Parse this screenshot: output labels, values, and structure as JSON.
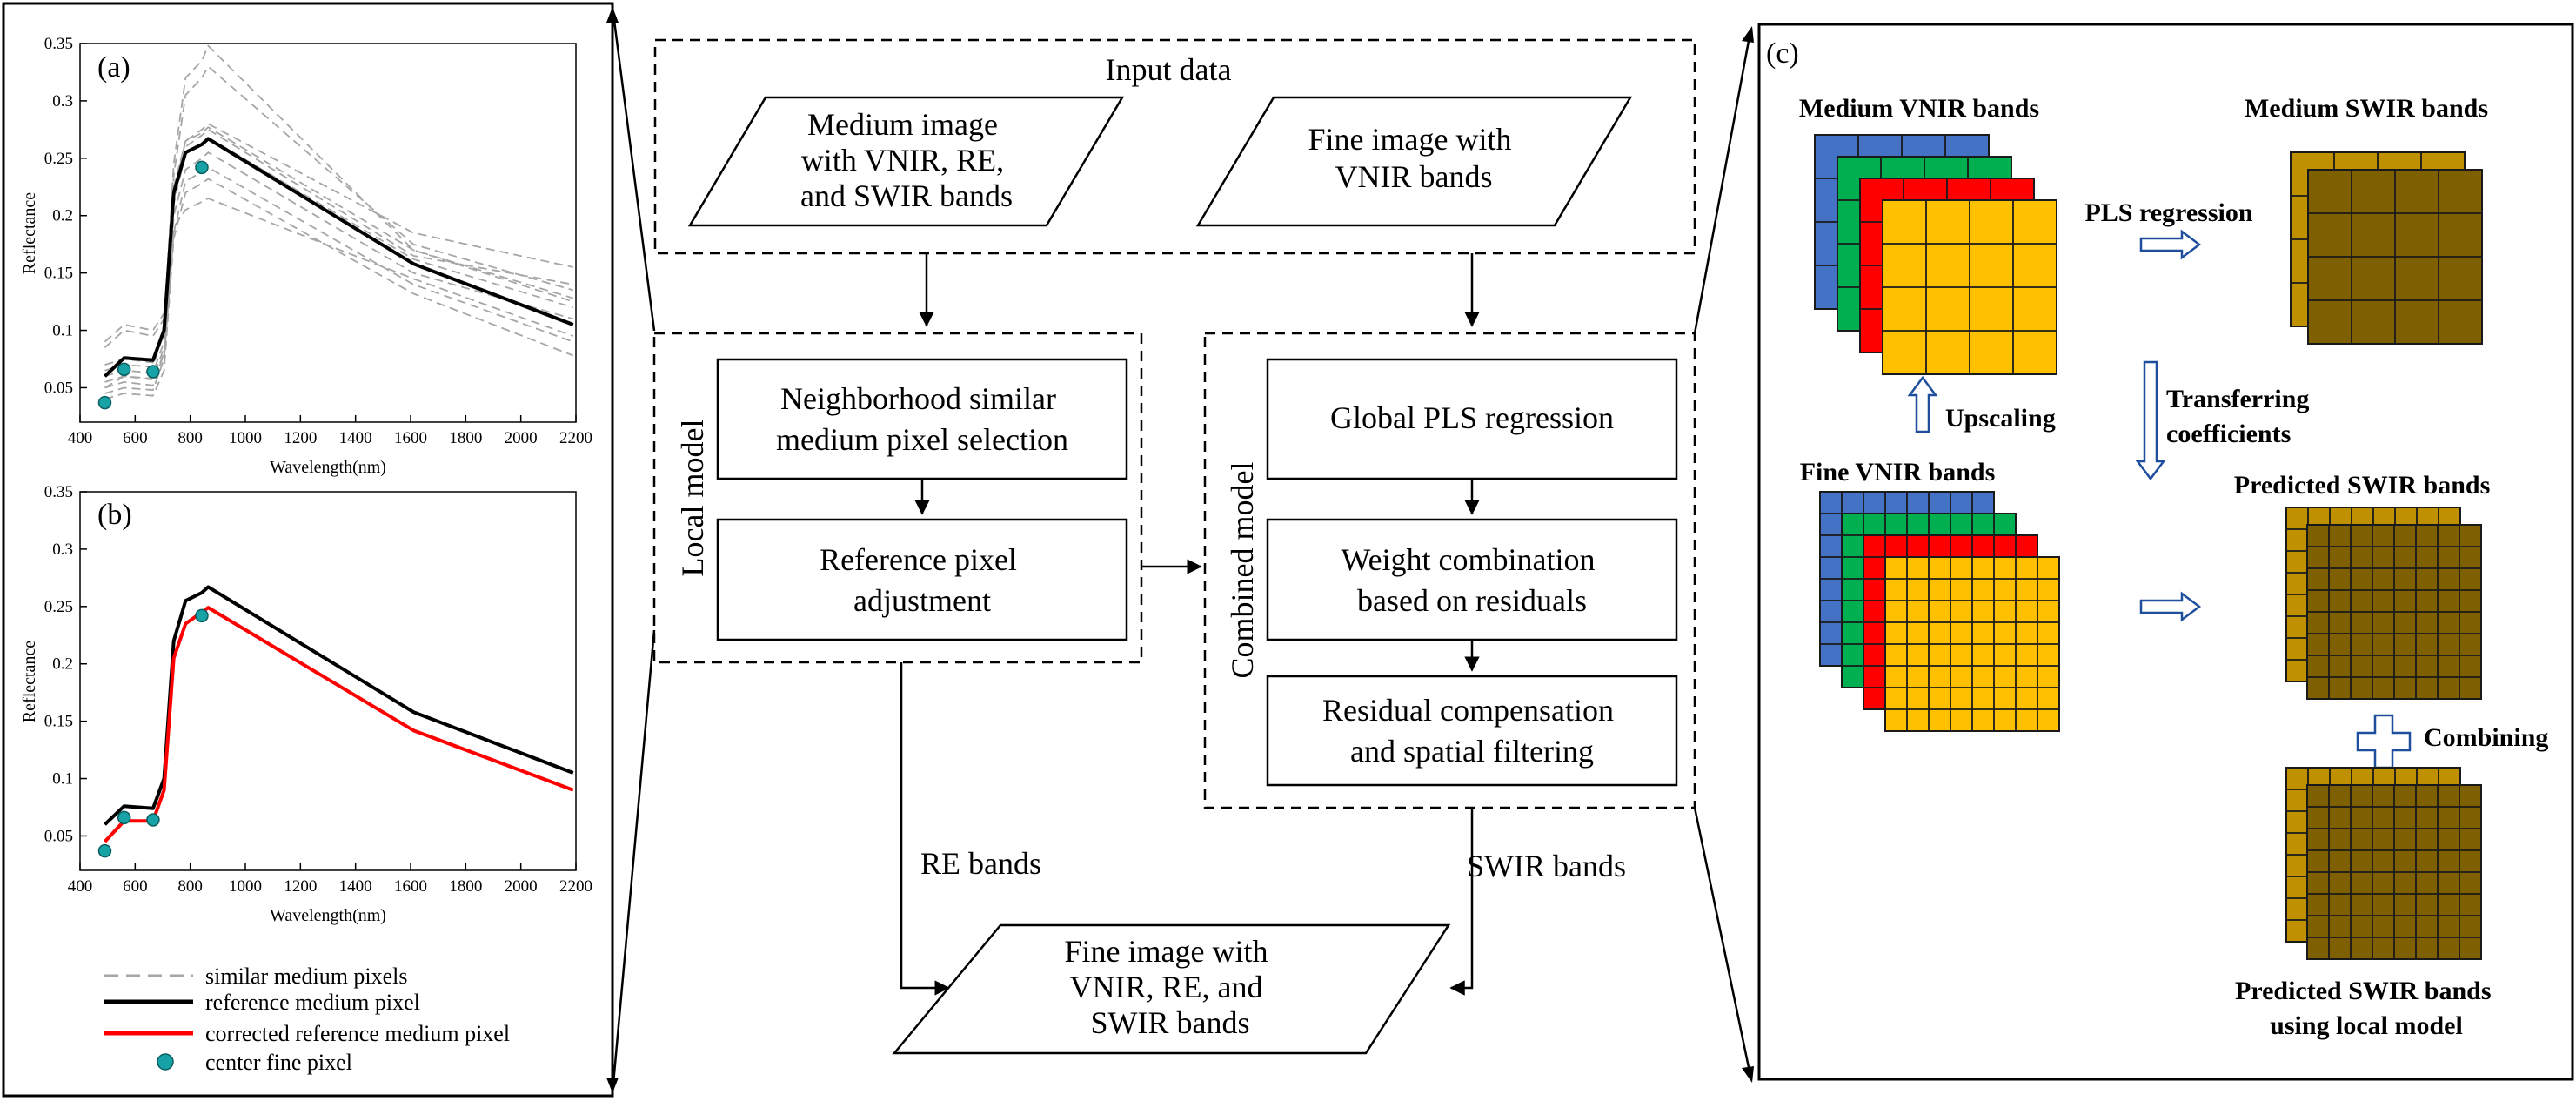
{
  "panel_a": {
    "label": "(a)",
    "ylabel": "Reflectance",
    "xlabel": "Wavelength(nm)"
  },
  "panel_b": {
    "label": "(b)",
    "ylabel": "Reflectance",
    "xlabel": "Wavelength(nm)"
  },
  "legend": {
    "similar": "similar medium pixels",
    "reference": "reference medium pixel",
    "corrected": "corrected reference medium pixel",
    "center": "center fine pixel"
  },
  "flow": {
    "input_title": "Input data",
    "medium_image": [
      "Medium image",
      "with VNIR, RE,",
      "and SWIR bands"
    ],
    "fine_image": [
      "Fine image with",
      "VNIR bands"
    ],
    "local_model": "Local model",
    "neighborhood": [
      "Neighborhood similar",
      "medium pixel selection"
    ],
    "reference_adjust": [
      "Reference pixel",
      "adjustment"
    ],
    "combined_model": "Combined model",
    "global_pls": "Global PLS regression",
    "weight_combination": [
      "Weight combination",
      "based on residuals"
    ],
    "residual_comp": [
      "Residual compensation",
      "and spatial filtering"
    ],
    "re_bands": "RE bands",
    "swir_bands": "SWIR bands",
    "output_image": [
      "Fine image with",
      "VNIR, RE, and",
      "SWIR bands"
    ]
  },
  "panel_c": {
    "label": "(c)",
    "medium_vnir": "Medium VNIR bands",
    "medium_swir": "Medium SWIR bands",
    "pls_regression": "PLS regression",
    "upscaling": "Upscaling",
    "transferring": [
      "Transferring",
      "coefficients"
    ],
    "fine_vnir": "Fine VNIR bands",
    "predicted_swir": "Predicted SWIR bands",
    "combining": "Combining",
    "predicted_local": [
      "Predicted SWIR bands",
      "using local model"
    ]
  },
  "colors": {
    "blue": "#4472c4",
    "green": "#00b050",
    "red": "#ff0000",
    "yellow": "#ffc000",
    "swir_brown": "#7f6000",
    "swir_gold": "#bf9000",
    "reference": "#000000",
    "corrected": "#ff0000",
    "similar": "#a6a6a6",
    "center": "#17a2a6",
    "arrow_blue": "#1f4e9c"
  },
  "chart_data": [
    {
      "type": "line",
      "title": "(a)",
      "xlabel": "Wavelength(nm)",
      "ylabel": "Reflectance",
      "xlim": [
        400,
        2200
      ],
      "ylim": [
        0.02,
        0.35
      ],
      "xticks": [
        400,
        600,
        800,
        1000,
        1200,
        1400,
        1600,
        1800,
        2000,
        2200
      ],
      "yticks": [
        0.05,
        0.1,
        0.15,
        0.2,
        0.25,
        0.3,
        0.35
      ],
      "x": [
        490,
        560,
        665,
        705,
        740,
        783,
        842,
        865,
        1610,
        2190
      ],
      "series": [
        {
          "name": "similar medium pixels",
          "style": "dashed",
          "values": [
            0.07,
            0.075,
            0.072,
            0.105,
            0.245,
            0.32,
            0.335,
            0.348,
            0.17,
            0.125
          ]
        },
        {
          "name": "similar medium pixels",
          "style": "dashed",
          "values": [
            0.065,
            0.07,
            0.068,
            0.1,
            0.235,
            0.305,
            0.32,
            0.33,
            0.175,
            0.135
          ]
        },
        {
          "name": "similar medium pixels",
          "style": "dashed",
          "values": [
            0.09,
            0.105,
            0.1,
            0.115,
            0.22,
            0.265,
            0.275,
            0.28,
            0.185,
            0.155
          ]
        },
        {
          "name": "similar medium pixels",
          "style": "dashed",
          "values": [
            0.085,
            0.1,
            0.095,
            0.11,
            0.215,
            0.26,
            0.27,
            0.275,
            0.165,
            0.14
          ]
        },
        {
          "name": "similar medium pixels",
          "style": "dashed",
          "values": [
            0.06,
            0.065,
            0.063,
            0.09,
            0.225,
            0.265,
            0.272,
            0.277,
            0.17,
            0.128
          ]
        },
        {
          "name": "similar medium pixels",
          "style": "dashed",
          "values": [
            0.055,
            0.06,
            0.058,
            0.085,
            0.21,
            0.255,
            0.262,
            0.268,
            0.162,
            0.12
          ]
        },
        {
          "name": "similar medium pixels",
          "style": "dashed",
          "values": [
            0.05,
            0.055,
            0.052,
            0.08,
            0.2,
            0.24,
            0.25,
            0.255,
            0.15,
            0.11
          ]
        },
        {
          "name": "similar medium pixels",
          "style": "dashed",
          "values": [
            0.045,
            0.05,
            0.048,
            0.075,
            0.185,
            0.23,
            0.238,
            0.242,
            0.14,
            0.09
          ]
        },
        {
          "name": "similar medium pixels",
          "style": "dashed",
          "values": [
            0.04,
            0.045,
            0.043,
            0.065,
            0.18,
            0.22,
            0.228,
            0.232,
            0.132,
            0.078
          ]
        },
        {
          "name": "similar medium pixels",
          "style": "dashed",
          "values": [
            0.05,
            0.06,
            0.057,
            0.08,
            0.19,
            0.205,
            0.212,
            0.215,
            0.145,
            0.095
          ]
        },
        {
          "name": "reference medium pixel",
          "style": "solid",
          "values": [
            0.06,
            0.076,
            0.074,
            0.1,
            0.22,
            0.255,
            0.262,
            0.267,
            0.158,
            0.105
          ]
        },
        {
          "name": "center fine pixel",
          "style": "points",
          "x": [
            490,
            560,
            665,
            842
          ],
          "values": [
            0.037,
            0.066,
            0.064,
            0.242
          ]
        }
      ]
    },
    {
      "type": "line",
      "title": "(b)",
      "xlabel": "Wavelength(nm)",
      "ylabel": "Reflectance",
      "xlim": [
        400,
        2200
      ],
      "ylim": [
        0.02,
        0.35
      ],
      "xticks": [
        400,
        600,
        800,
        1000,
        1200,
        1400,
        1600,
        1800,
        2000,
        2200
      ],
      "yticks": [
        0.05,
        0.1,
        0.15,
        0.2,
        0.25,
        0.3,
        0.35
      ],
      "x": [
        490,
        560,
        665,
        705,
        740,
        783,
        842,
        865,
        1610,
        2190
      ],
      "series": [
        {
          "name": "reference medium pixel",
          "style": "solid",
          "values": [
            0.06,
            0.076,
            0.074,
            0.1,
            0.22,
            0.255,
            0.262,
            0.267,
            0.158,
            0.105
          ]
        },
        {
          "name": "corrected reference medium pixel",
          "style": "solid",
          "values": [
            0.045,
            0.063,
            0.063,
            0.09,
            0.205,
            0.235,
            0.245,
            0.249,
            0.142,
            0.09
          ]
        },
        {
          "name": "center fine pixel",
          "style": "points",
          "x": [
            490,
            560,
            665,
            842
          ],
          "values": [
            0.037,
            0.066,
            0.064,
            0.242
          ]
        }
      ]
    }
  ]
}
